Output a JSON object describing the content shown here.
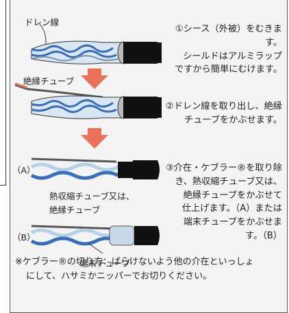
{
  "labels": {
    "drain_wire": "ドレン線",
    "insulating_tube": "絶縁チューブ",
    "label_a": "（A）",
    "label_b": "（B）",
    "heat_shrink": "熱収縮チューブ又は、",
    "heat_shrink_2": "絶縁チューブ",
    "end_tube": "端末チューブ"
  },
  "steps": [
    {
      "text": "①シース（外被）をむきます。\nシールドはアルミラップ\nですから簡単にむけます。"
    },
    {
      "text": "②ドレン線を取り出し、絶縁\nチューブをかぶせます。"
    },
    {
      "text": "③介在・ケブラー®を取り除\nき、熱収縮チューブ又は、\n絶縁チューブをかぶせて\n仕上げます。（A）または\n端末チューブをかぶせま\nす。（B）"
    }
  ],
  "note": [
    "※ケブラー®の切り方：ばらけないよう他の介在といっしょ",
    "にして、ハサミかニッパーでお切りください。"
  ],
  "colors": {
    "arrow": "#e8735a",
    "panel_bg": "#f3f3f3",
    "wire_blue": "#3a6fb5",
    "wire_light": "#b8cfe8",
    "sheath": "#111111"
  }
}
